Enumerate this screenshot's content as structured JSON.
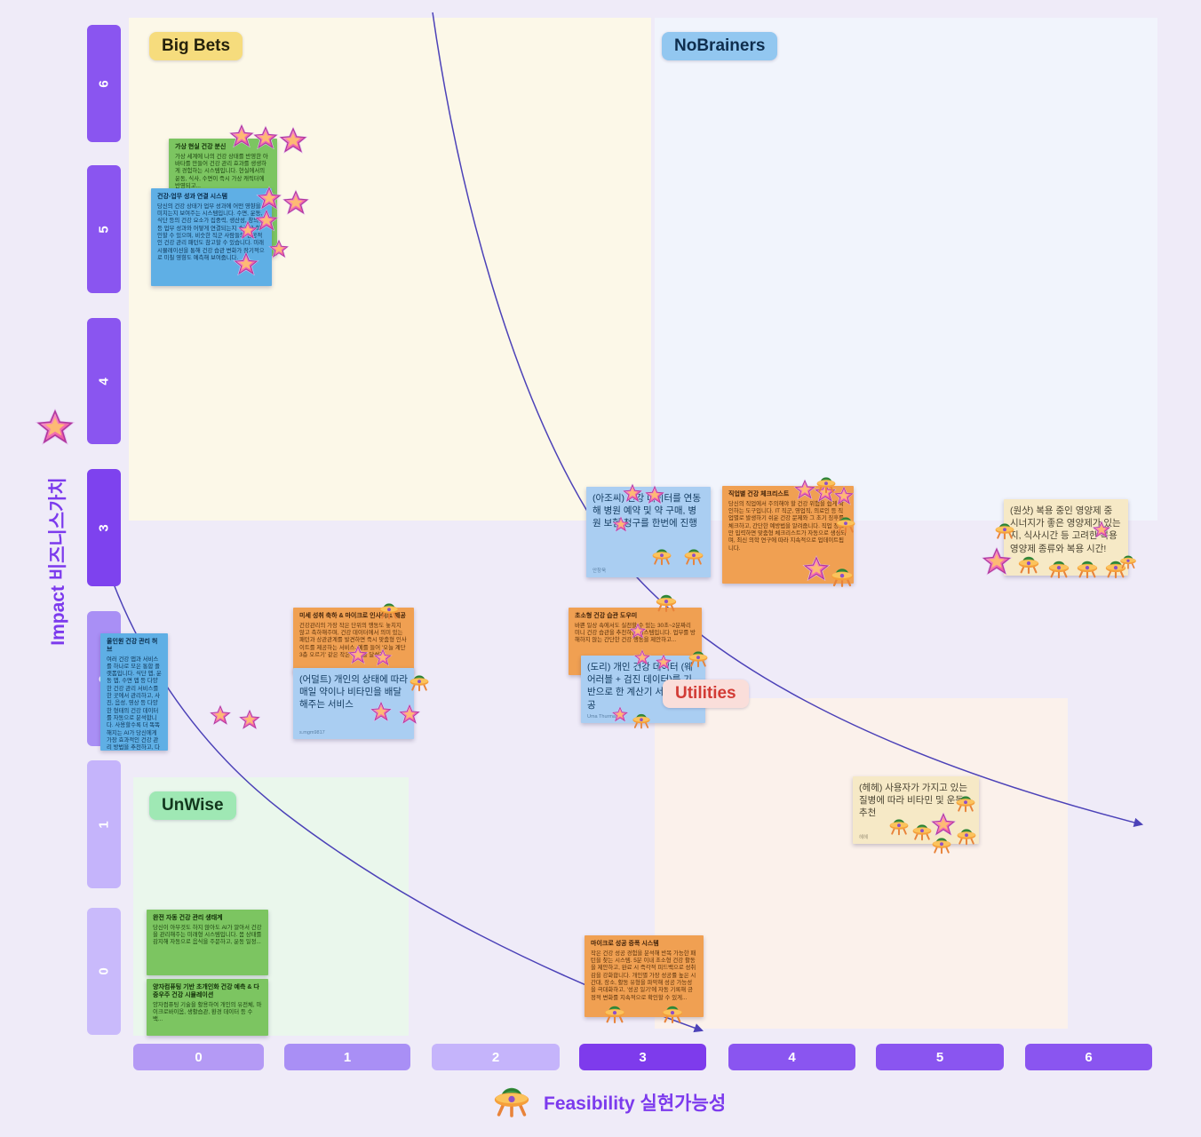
{
  "axes": {
    "y": {
      "label": "Impact 비즈니스가치",
      "ticks": [
        "6",
        "5",
        "4",
        "3",
        "2",
        "1",
        "0"
      ]
    },
    "x": {
      "label": "Feasibility 실현가능성",
      "ticks": [
        "0",
        "1",
        "2",
        "3",
        "4",
        "5",
        "6"
      ]
    }
  },
  "quadrants": {
    "big_bets": "Big Bets",
    "nobrainers": "NoBrainers",
    "unwise": "UnWise",
    "utilities": "Utilities"
  },
  "icons": {
    "impact_axis": "star-icon",
    "feasibility_axis": "ufo-icon",
    "sticker_types": [
      "star-sticker",
      "ufo-sticker"
    ]
  },
  "colors": {
    "accent": "#7C3AED",
    "curve": "#4C42B8",
    "tile_dark": "#7E42EE",
    "tile_mid": "#8A55F0",
    "tile_light": "#C5B4FB",
    "note_green": "#7CC561",
    "note_blue": "#5FAFE5",
    "note_lightblue": "#AACEF2",
    "note_orange": "#F0A052",
    "note_cream": "#F6E9C6"
  },
  "notes": [
    {
      "title": "가상 현실 건강 분신",
      "body": "가상 세계에 나의 건강 상태를 반영한 아바타를 만들어 건강 관리 효과를 생생하게 경험하는 시스템입니다. 현실에서의 운동, 식사, 수면이 즉시 가상 캐릭터에 반영되고..."
    },
    {
      "title": "건강-업무 성과 연결 시스템",
      "body": "당신의 건강 상태가 업무 성과에 어떤 영향을 미치는지 보여주는 시스템입니다. 수면, 운동, 식단 등의 건강 요소가 집중력, 생산성, 창의성 등 업무 성과와 어떻게 연결되는지 수치로 확인할 수 있으며, 비슷한 직군 사람들의 성공적인 건강 관리 패턴도 참고할 수 있습니다. 미래 시뮬레이션을 통해 건강 습관 변화가 장기적으로 미칠 영향도 예측해 보여줍니다."
    },
    {
      "title": "올인원 건강 관리 허브",
      "body": "여러 건강 앱과 서비스를 하나로 모은 통합 플랫폼입니다. 식단 앱, 운동 앱, 수면 앱 등 다양한 건강 관리 서비스를 한 곳에서 관리하고, 사진, 음성, 영상 등 다양한 형태의 건강 데이터를 자동으로 분석합니다. 사용할수록 더 똑똑해지는 AI가 당신에게 가장 효과적인 건강 관리 방법을 추천하고, 다양한 건강 기기..."
    },
    {
      "title": "미세 성취 축하 & 마이크로 인사이트 제공",
      "body": "건강관리의 가장 작은 단위의 행동도 놓치지 않고 축하해주며, 건강 데이터에서 의미 있는 패턴과 상관관계를 발견하면 즉시 맞춤형 인사이트를 제공하는 서비스. 예를 들어 '오늘 계단 3층 오르기' 같은 작은 목표를 달성하..."
    },
    {
      "body": "(어덜트) 개인의 상태에 따라 매일 약이나 비타민을 배달해주는 서비스",
      "author": "s.mgm9817"
    },
    {
      "body": "(아조씨) 건강 데이터를 연동해 병원 예약 및 약 구매, 병원 보험 청구를 한번에 진행",
      "author": "안창욱"
    },
    {
      "title": "직업별 건강 체크리스트",
      "body": "당신의 직업에서 주의해야 할 건강 위험을 쉽게 확인하는 도구입니다. IT 직군, 영업직, 의료인 등 직업별로 발생하기 쉬운 건강 문제와 그 초기 징후를 체크하고, 간단한 예방법을 알려줍니다. 직업 정보만 입력하면 맞춤형 체크리스트가 자동으로 생성되며, 최신 의학 연구에 따라 지속적으로 업데이트됩니다."
    },
    {
      "body": "(원샷) 복용 중인 영양제 중 시너지가 좋은 영양제가 있는지, 식사시간 등 고려한 복용 영양제 종류와 복용 시간!"
    },
    {
      "title": "초소형 건강 습관 도우미",
      "body": "바쁜 일상 속에서도 실천할 수 있는 30초~2분짜리 미니 건강 습관을 추천하는 시스템입니다. 업무를 방해하지 않는 간단한 건강 행동을 제안하고..."
    },
    {
      "body": "(도리) 개인 건강 데이터 (웨어러블 + 검진 데이터)를 기반으로 한 계산기 서비스 제공",
      "author": "Uma Thurman"
    },
    {
      "body": "(헤헤) 사용자가 가지고 있는 질병에 따라 비타민 및 운동 추천",
      "author": "헤헤"
    },
    {
      "title": "완전 자동 건강 관리 생태계",
      "body": "당신이 아무것도 하지 않아도 AI가 알아서 건강을 관리해주는 미래형 시스템입니다. 몸 상태를 감지해 자동으로 음식을 주문하고, 운동 일정..."
    },
    {
      "title": "양자컴퓨팅 기반 초개인화 건강 예측 & 다중우주 건강 시뮬레이션",
      "body": "양자컴퓨팅 기술을 활용하여 개인의 유전체, 마이크로바이옴, 생활습관, 환경 데이터 등 수백..."
    },
    {
      "title": "마이크로 성공 증폭 시스템",
      "body": "작은 건강 성공 경험을 분석해 반복 가능한 패턴을 찾는 시스템. 5분 이내 초소형 건강 활동을 제안하고, 완료 시 즉각적 피드백으로 성취감을 강화합니다. 개인별 가장 성공률 높은 시간대, 장소, 활동 유형을 파악해 성공 가능성을 극대화하고, '성공 일기'에 자동 기록해 긍정적 변화를 지속적으로 확인할 수 있게..."
    }
  ]
}
